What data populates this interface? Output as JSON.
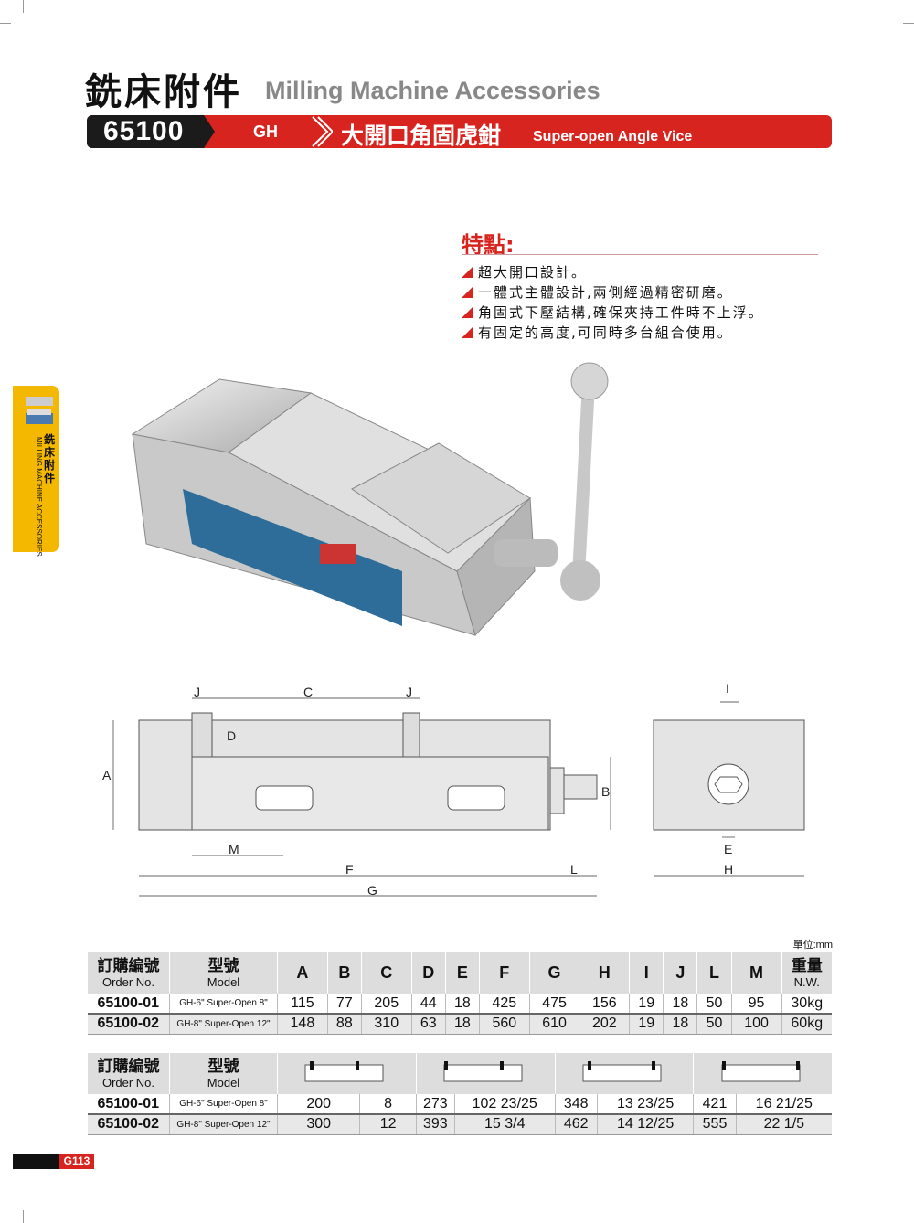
{
  "header": {
    "title_zh": "銑床附件",
    "title_en": "Milling Machine Accessories"
  },
  "product_bar": {
    "code": "65100",
    "brand": "GH",
    "name_zh": "大開口角固虎鉗",
    "name_en": "Super-open Angle Vice"
  },
  "features": {
    "heading": "特點:",
    "items": [
      "超大開口設計。",
      "一體式主體設計,兩側經過精密研磨。",
      "角固式下壓結構,確保夾持工件時不上浮。",
      "有固定的高度,可同時多台組合使用。"
    ]
  },
  "side_tab": {
    "zh": "銑床附件",
    "en": "MILLING MACHINE ACCESSORIES"
  },
  "drawing_labels": {
    "A": "A",
    "B": "B",
    "C": "C",
    "D": "D",
    "E": "E",
    "F": "F",
    "G": "G",
    "H": "H",
    "I": "I",
    "J": "J",
    "L": "L",
    "M": "M"
  },
  "unit": "單位:mm",
  "table1": {
    "headers": [
      {
        "zh": "訂購編號",
        "en": "Order No."
      },
      {
        "zh": "型號",
        "en": "Model"
      },
      "A",
      "B",
      "C",
      "D",
      "E",
      "F",
      "G",
      "H",
      "I",
      "J",
      "L",
      "M",
      {
        "zh": "重量",
        "en": "N.W."
      }
    ],
    "rows": [
      [
        "65100-01",
        "GH-6\" Super-Open 8\"",
        "115",
        "77",
        "205",
        "44",
        "18",
        "425",
        "475",
        "156",
        "19",
        "18",
        "50",
        "95",
        "30kg"
      ],
      [
        "65100-02",
        "GH-8\" Super-Open 12\"",
        "148",
        "88",
        "310",
        "63",
        "18",
        "560",
        "610",
        "202",
        "19",
        "18",
        "50",
        "100",
        "60kg"
      ]
    ]
  },
  "table2": {
    "headers": [
      {
        "zh": "訂購編號",
        "en": "Order No."
      },
      {
        "zh": "型號",
        "en": "Model"
      }
    ],
    "rows": [
      [
        "65100-01",
        "GH-6\" Super-Open 8\"",
        "200",
        "8",
        "273",
        "102 23/25",
        "348",
        "13 23/25",
        "421",
        "16 21/25"
      ],
      [
        "65100-02",
        "GH-8\" Super-Open 12\"",
        "300",
        "12",
        "393",
        "15 3/4",
        "462",
        "14 12/25",
        "555",
        "22 1/5"
      ]
    ]
  },
  "footer": {
    "page": "G113"
  },
  "colors": {
    "accent": "#d8241e",
    "tab": "#f5b800"
  }
}
